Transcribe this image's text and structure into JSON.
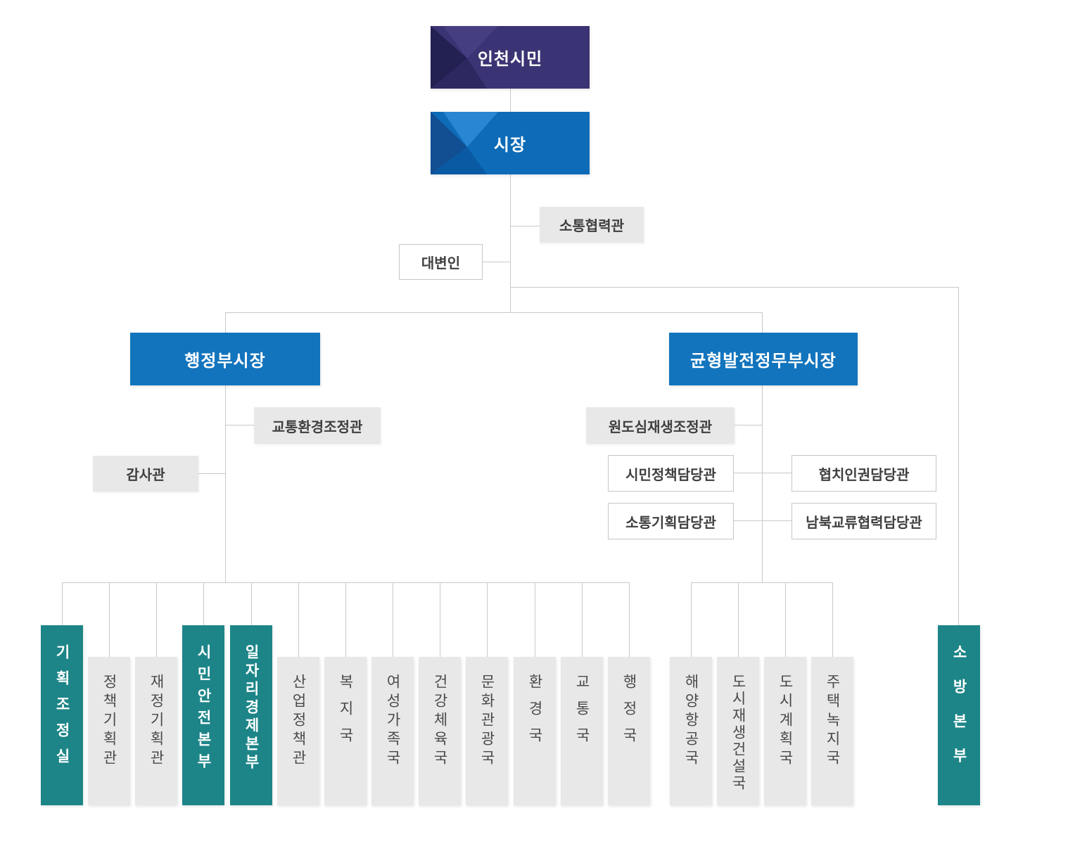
{
  "colors": {
    "citizen_navy": "#3a3474",
    "mayor_blue": "#0d6bb7",
    "vice_blue": "#1274bd",
    "highlight_teal": "#1d8588",
    "dept_gray": "#e8e8e8",
    "line_gray": "#c9c9c9"
  },
  "top": {
    "citizen": "인천시민",
    "mayor": "시장"
  },
  "mayor_staff": {
    "communication": "소통협력관",
    "spokesperson": "대변인"
  },
  "left_branch": {
    "title": "행정부시장",
    "coordinator": "교통환경조정관",
    "auditor": "감사관"
  },
  "right_branch": {
    "title": "균형발전정무부시장",
    "coordinator": "원도심재생조정관",
    "officers": [
      {
        "label": "시민정책담당관"
      },
      {
        "label": "협치인권담당관"
      },
      {
        "label": "소통기획담당관"
      },
      {
        "label": "남북교류협력담당관"
      }
    ]
  },
  "left_departments": [
    {
      "label": "기획조정실",
      "highlight": true
    },
    {
      "label": "정책기획관",
      "highlight": false
    },
    {
      "label": "재정기획관",
      "highlight": false
    },
    {
      "label": "시민안전본부",
      "highlight": true
    },
    {
      "label": "일자리경제본부",
      "highlight": true
    },
    {
      "label": "산업정책관",
      "highlight": false
    },
    {
      "label": "복지국",
      "highlight": false
    },
    {
      "label": "여성가족국",
      "highlight": false
    },
    {
      "label": "건강체육국",
      "highlight": false
    },
    {
      "label": "문화관광국",
      "highlight": false
    },
    {
      "label": "환경국",
      "highlight": false
    },
    {
      "label": "교통국",
      "highlight": false
    },
    {
      "label": "행정국",
      "highlight": false
    }
  ],
  "right_departments": [
    {
      "label": "해양항공국",
      "highlight": false
    },
    {
      "label": "도시재생건설국",
      "highlight": false
    },
    {
      "label": "도시계획국",
      "highlight": false
    },
    {
      "label": "주택녹지국",
      "highlight": false
    }
  ],
  "fire_department": {
    "label": "소방본부",
    "highlight": true
  }
}
